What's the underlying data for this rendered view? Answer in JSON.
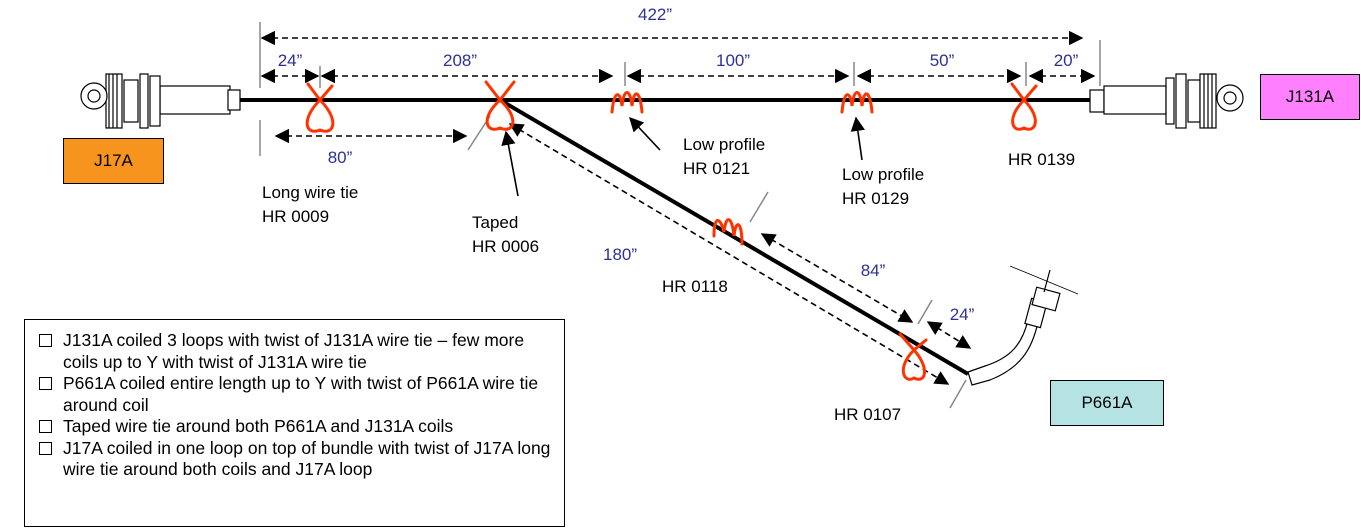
{
  "connectors": {
    "j17a": "J17A",
    "j131a": "J131A",
    "p661a": "P661A"
  },
  "connector_colors": {
    "j17a": "#f7941d",
    "j131a": "#ff80ff",
    "p661a": "#b5e3e3"
  },
  "dimensions": {
    "overall": "422”",
    "seg_24_left": "24”",
    "seg_208": "208”",
    "seg_100": "100”",
    "seg_50": "50”",
    "seg_20": "20”",
    "seg_80": "80”",
    "seg_180": "180”",
    "seg_84": "84”",
    "seg_24_branch": "24”"
  },
  "labels": {
    "long_wire_tie": "Long wire tie",
    "hr0009": "HR 0009",
    "taped": "Taped",
    "hr0006": "HR 0006",
    "low_profile_1": "Low profile",
    "hr0121": "HR 0121",
    "low_profile_2": "Low profile",
    "hr0129": "HR 0129",
    "hr0139": "HR 0139",
    "hr0118": "HR 0118",
    "hr0107": "HR 0107"
  },
  "notes": [
    "J131A coiled 3 loops with twist of J131A wire tie – few more coils up to Y with twist of J131A wire tie",
    "P661A coiled entire length up to Y with twist of P661A wire tie around coil",
    "Taped wire tie around both P661A and J131A coils",
    "J17A coiled in one loop on top of bundle with twist of J17A long wire tie around both coils and J17A loop"
  ],
  "colors": {
    "dimension_text": "#2e3192",
    "tie": "#ff3300",
    "cable": "#000000"
  }
}
